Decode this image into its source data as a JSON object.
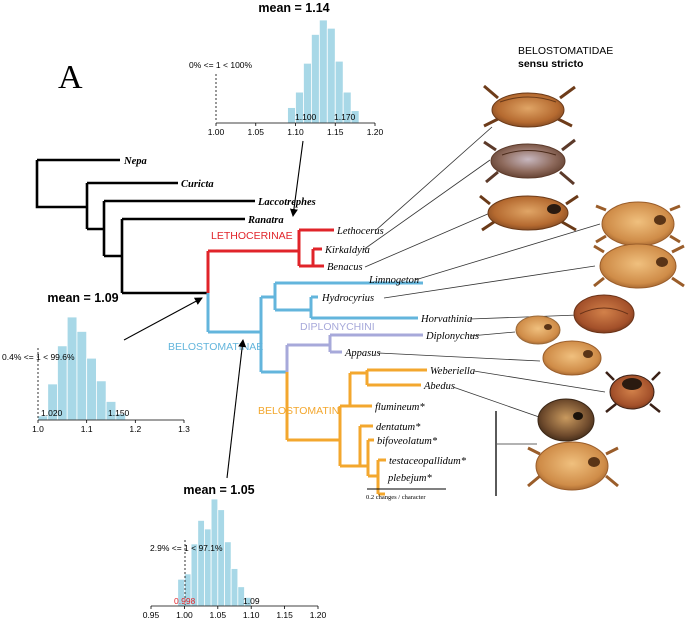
{
  "panel_label": "A",
  "family": {
    "line1": "BELOSTOMATIDAE",
    "line2": "sensu stricto"
  },
  "clades": {
    "lethocerinae": "LETHOCERINAE",
    "belostomatinae": "BELOSTOMATINAE",
    "diplonychini": "DIPLONYCHINI",
    "belostomatini": "BELOSTOMATINI"
  },
  "taxa": {
    "nepa": "Nepa",
    "curicta": "Curicta",
    "laccotrephes": "Laccotrephes",
    "ranatra": "Ranatra",
    "lethocerus": "Lethocerus",
    "kirkaldyia": "Kirkaldyia",
    "benacus": "Benacus",
    "limnogeton": "Limnogeton",
    "hydrocyrius": "Hydrocyrius",
    "horvathinia": "Horvathinia",
    "diplonychus": "Diplonychus",
    "appasus": "Appasus",
    "weberiella": "Weberiella",
    "abedus": "Abedus",
    "flumineum": "flumineum*",
    "dentatum": "dentatum*",
    "bifoveolatum": "bifoveolatum*",
    "testaceopallidum": "testaceopallidum*",
    "plebejum": "plebejum*"
  },
  "scale_bar": "0.2 changes / character",
  "colors": {
    "outgroup": "#000000",
    "lethocerinae": "#e0242a",
    "belostomatinae": "#63b5dc",
    "diplonychini": "#a7a9da",
    "belostomatini": "#f3a72e",
    "histogram": "#a8d8e7"
  },
  "histograms": [
    {
      "mean_label": "mean = 1.14",
      "percent_label": "0% <= 1 < 100%",
      "hpd_low": "1.100",
      "hpd_high": "1.170",
      "ticks": [
        "1.00",
        "1.05",
        "1.10",
        "1.15",
        "1.20"
      ],
      "x_range": [
        1.0,
        1.2
      ],
      "bins": [
        {
          "x0": 1.09,
          "x1": 1.1,
          "f": 0.15
        },
        {
          "x0": 1.1,
          "x1": 1.11,
          "f": 0.3
        },
        {
          "x0": 1.11,
          "x1": 1.12,
          "f": 0.58
        },
        {
          "x0": 1.12,
          "x1": 1.13,
          "f": 0.86
        },
        {
          "x0": 1.13,
          "x1": 1.14,
          "f": 1.0
        },
        {
          "x0": 1.14,
          "x1": 1.15,
          "f": 0.92
        },
        {
          "x0": 1.15,
          "x1": 1.16,
          "f": 0.6
        },
        {
          "x0": 1.16,
          "x1": 1.17,
          "f": 0.3
        },
        {
          "x0": 1.17,
          "x1": 1.18,
          "f": 0.12
        }
      ]
    },
    {
      "mean_label": "mean = 1.09",
      "percent_label": "0.4% <= 1 < 99.6%",
      "hpd_low": "1.020",
      "hpd_high": "1.150",
      "ticks": [
        "1.0",
        "1.1",
        "1.2",
        "1.3"
      ],
      "x_range": [
        1.0,
        1.3
      ],
      "bins": [
        {
          "x0": 1.0,
          "x1": 1.02,
          "f": 0.04
        },
        {
          "x0": 1.02,
          "x1": 1.04,
          "f": 0.35
        },
        {
          "x0": 1.04,
          "x1": 1.06,
          "f": 0.72
        },
        {
          "x0": 1.06,
          "x1": 1.08,
          "f": 1.0
        },
        {
          "x0": 1.08,
          "x1": 1.1,
          "f": 0.86
        },
        {
          "x0": 1.1,
          "x1": 1.12,
          "f": 0.6
        },
        {
          "x0": 1.12,
          "x1": 1.14,
          "f": 0.38
        },
        {
          "x0": 1.14,
          "x1": 1.16,
          "f": 0.18
        },
        {
          "x0": 1.16,
          "x1": 1.18,
          "f": 0.06
        }
      ]
    },
    {
      "mean_label": "mean = 1.05",
      "percent_label": "2.9% <= 1 < 97.1%",
      "hpd_low": "0.998",
      "hpd_high": "1.09",
      "ticks": [
        "0.95",
        "1.00",
        "1.05",
        "1.10",
        "1.15",
        "1.20"
      ],
      "x_range": [
        0.95,
        1.2
      ],
      "bins": [
        {
          "x0": 0.99,
          "x1": 1.0,
          "f": 0.25
        },
        {
          "x0": 1.0,
          "x1": 1.01,
          "f": 0.3
        },
        {
          "x0": 1.01,
          "x1": 1.02,
          "f": 0.58
        },
        {
          "x0": 1.02,
          "x1": 1.03,
          "f": 0.8
        },
        {
          "x0": 1.03,
          "x1": 1.04,
          "f": 0.72
        },
        {
          "x0": 1.04,
          "x1": 1.05,
          "f": 1.0
        },
        {
          "x0": 1.05,
          "x1": 1.06,
          "f": 0.9
        },
        {
          "x0": 1.06,
          "x1": 1.07,
          "f": 0.6
        },
        {
          "x0": 1.07,
          "x1": 1.08,
          "f": 0.35
        },
        {
          "x0": 1.08,
          "x1": 1.09,
          "f": 0.18
        },
        {
          "x0": 1.09,
          "x1": 1.1,
          "f": 0.08
        }
      ]
    }
  ]
}
